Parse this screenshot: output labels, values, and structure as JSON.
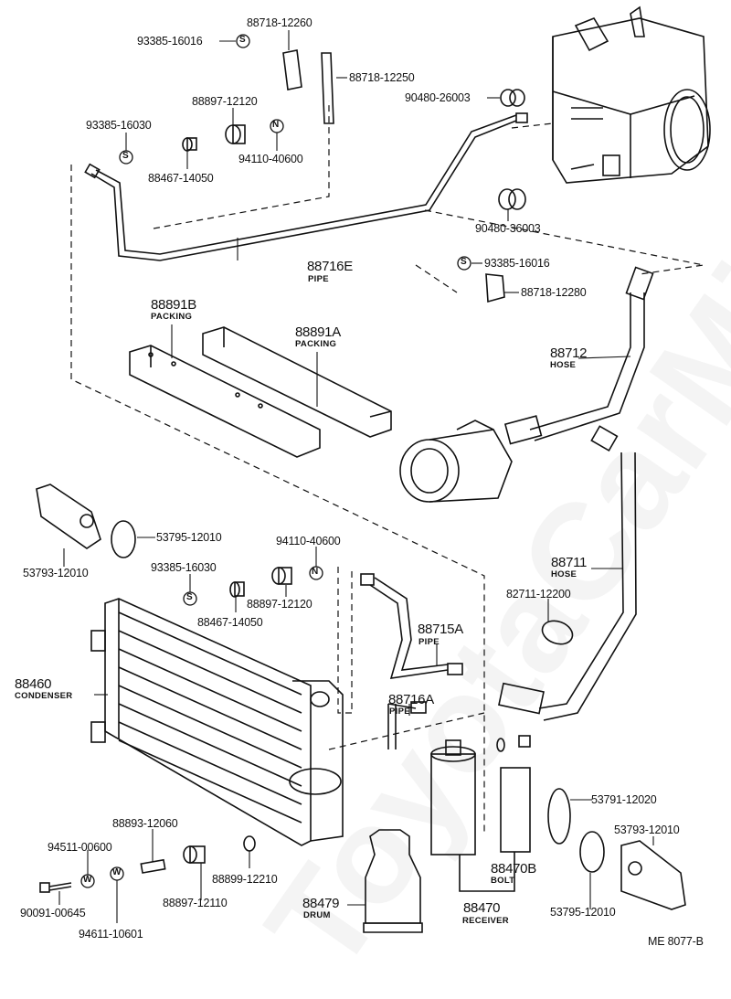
{
  "diagram_id": "ME 8077-B",
  "watermark": "ToyotaCarMirror",
  "callouts": {
    "c1": "88718-12260",
    "c2": "93385-16016",
    "c3": "88718-12250",
    "c4": "88897-12120",
    "c5": "90480-26003",
    "c6": "93385-16030",
    "c7": "94110-40600",
    "c8": "88467-14050",
    "c9": "90480-36003",
    "c10": "93385-16016",
    "c11": "88718-12280",
    "c12": "53795-12010",
    "c13": "53793-12010",
    "c14": "94110-40600",
    "c15": "93385-16030",
    "c16": "88897-12120",
    "c17": "88467-14050",
    "c18": "82711-12200",
    "c19": "88893-12060",
    "c20": "94511-00600",
    "c21": "88899-12210",
    "c22": "88897-12110",
    "c23": "90091-00645",
    "c24": "94611-10601",
    "c25": "53791-12020",
    "c26": "53793-12010",
    "c27": "53795-12010"
  },
  "assemblies": {
    "pipe_e": {
      "number": "88716E",
      "name": "PIPE"
    },
    "packing_b": {
      "number": "88891B",
      "name": "PACKING"
    },
    "packing_a": {
      "number": "88891A",
      "name": "PACKING"
    },
    "hose_12": {
      "number": "88712",
      "name": "HOSE"
    },
    "hose_11": {
      "number": "88711",
      "name": "HOSE"
    },
    "pipe_15a": {
      "number": "88715A",
      "name": "PIPE"
    },
    "pipe_16a": {
      "number": "88716A",
      "name": "PIPE"
    },
    "condenser": {
      "number": "88460",
      "name": "CONDENSER"
    },
    "bolt": {
      "number": "88470B",
      "name": "BOLT"
    },
    "receiver": {
      "number": "88470",
      "name": "RECEIVER"
    },
    "drum": {
      "number": "88479",
      "name": "DRUM"
    }
  },
  "symbols": {
    "s": "S",
    "n": "N",
    "w": "W"
  }
}
